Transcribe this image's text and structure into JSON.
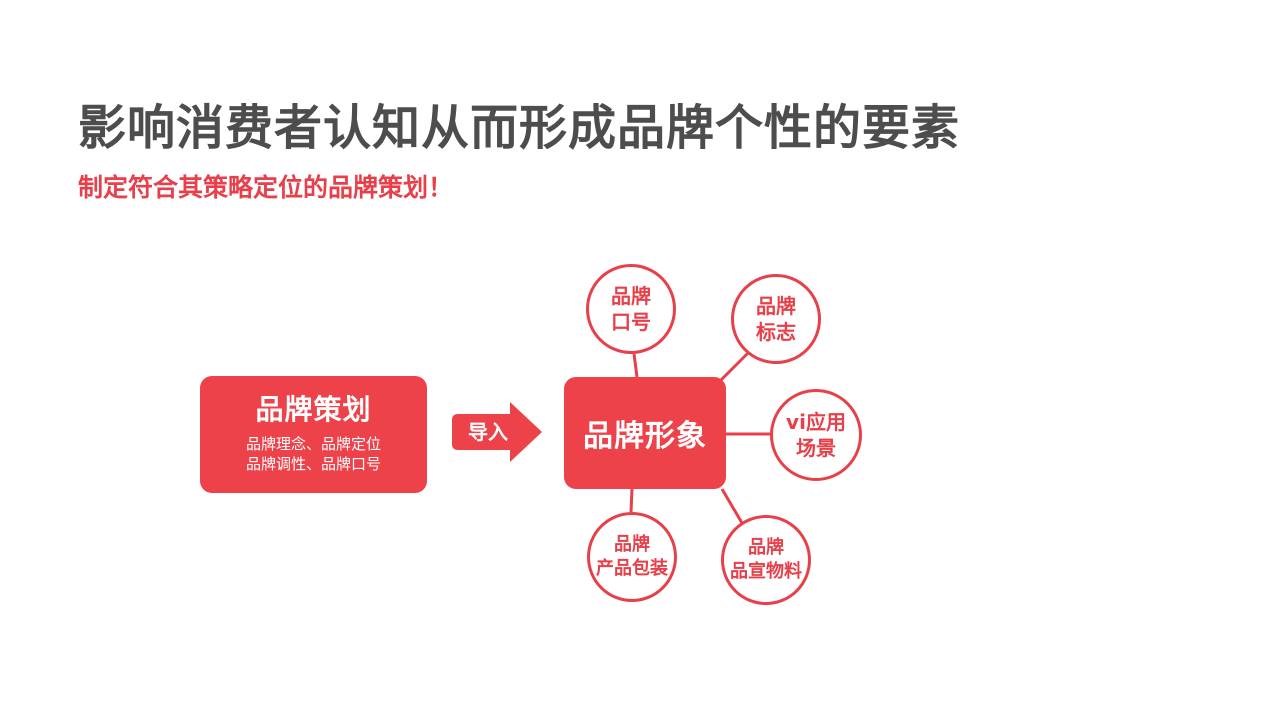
{
  "header": {
    "title": "影响消费者认知从而形成品牌个性的要素",
    "subtitle": "制定符合其策略定位的品牌策划！"
  },
  "plan": {
    "title": "品牌策划",
    "line1": "品牌理念、品牌定位",
    "line2": "品牌调性、品牌口号"
  },
  "arrow": {
    "label": "导入"
  },
  "center": {
    "title": "品牌形象"
  },
  "nodes": {
    "slogan": {
      "line1": "品牌",
      "line2": "口号"
    },
    "logo": {
      "line1": "品牌",
      "line2": "标志"
    },
    "vi": {
      "line1": "vi应用",
      "line2": "场景"
    },
    "packaging": {
      "line1": "品牌",
      "line2": "产品包装"
    },
    "promo": {
      "line1": "品牌",
      "line2": "品宣物料"
    }
  },
  "colors": {
    "accent": "#ee424a",
    "title_gray": "#4d4d4d"
  }
}
